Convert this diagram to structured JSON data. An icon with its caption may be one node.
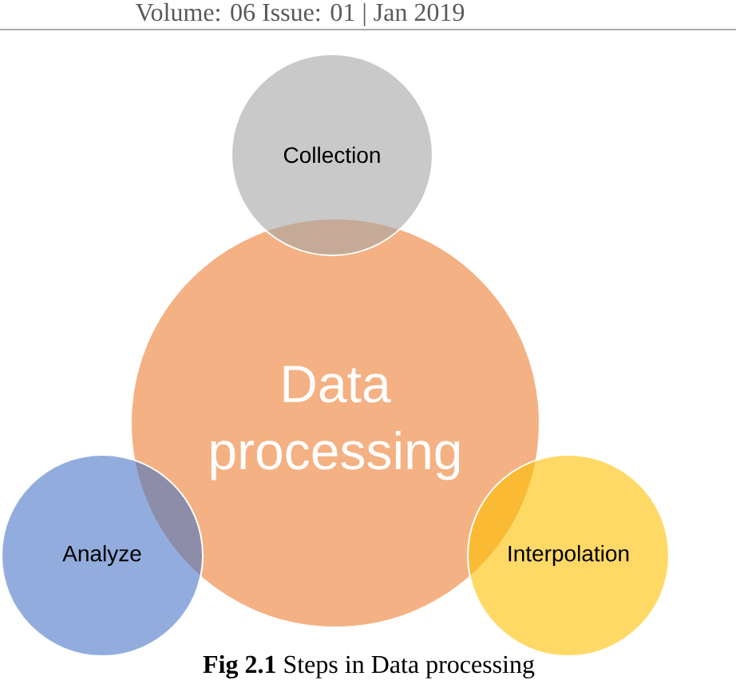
{
  "diagram": {
    "caption": "**Fig 2.1** Steps in Data processing",
    "nodes": [
      {
        "text": [
          "Collection"
        ]
      },
      {
        "text": [
          "Data processing"
        ]
      },
      {
        "text": [
          "Analyze"
        ]
      },
      {
        "text": [
          "Interpolation"
        ]
      }
    ],
    "labels": [
      "Volume: 06 Issue: 01 | Jan 2019"
    ]
  }
}
